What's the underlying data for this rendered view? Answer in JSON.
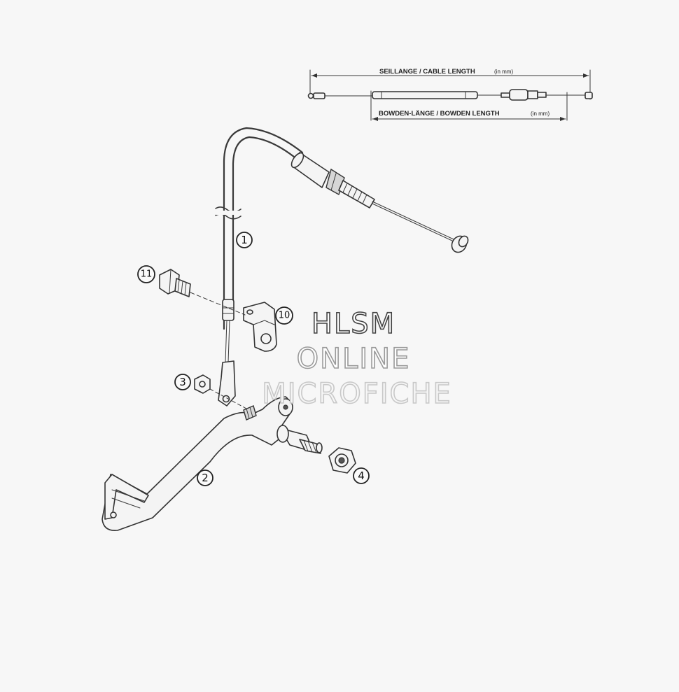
{
  "legend": {
    "cable_length_label": "SEILLANGE / CABLE LENGTH",
    "cable_length_unit": "(in mm)",
    "bowden_length_label": "BOWDEN-LÄNGE / BOWDEN LENGTH",
    "bowden_length_unit": "(in mm)"
  },
  "callouts": [
    {
      "id": "1",
      "label": "1"
    },
    {
      "id": "2",
      "label": "2"
    },
    {
      "id": "3",
      "label": "3"
    },
    {
      "id": "4",
      "label": "4"
    },
    {
      "id": "10",
      "label": "10"
    },
    {
      "id": "11",
      "label": "11"
    }
  ],
  "watermark": {
    "line1": "HLSM",
    "line2": "ONLINE",
    "line3": "MICROFICHE"
  }
}
